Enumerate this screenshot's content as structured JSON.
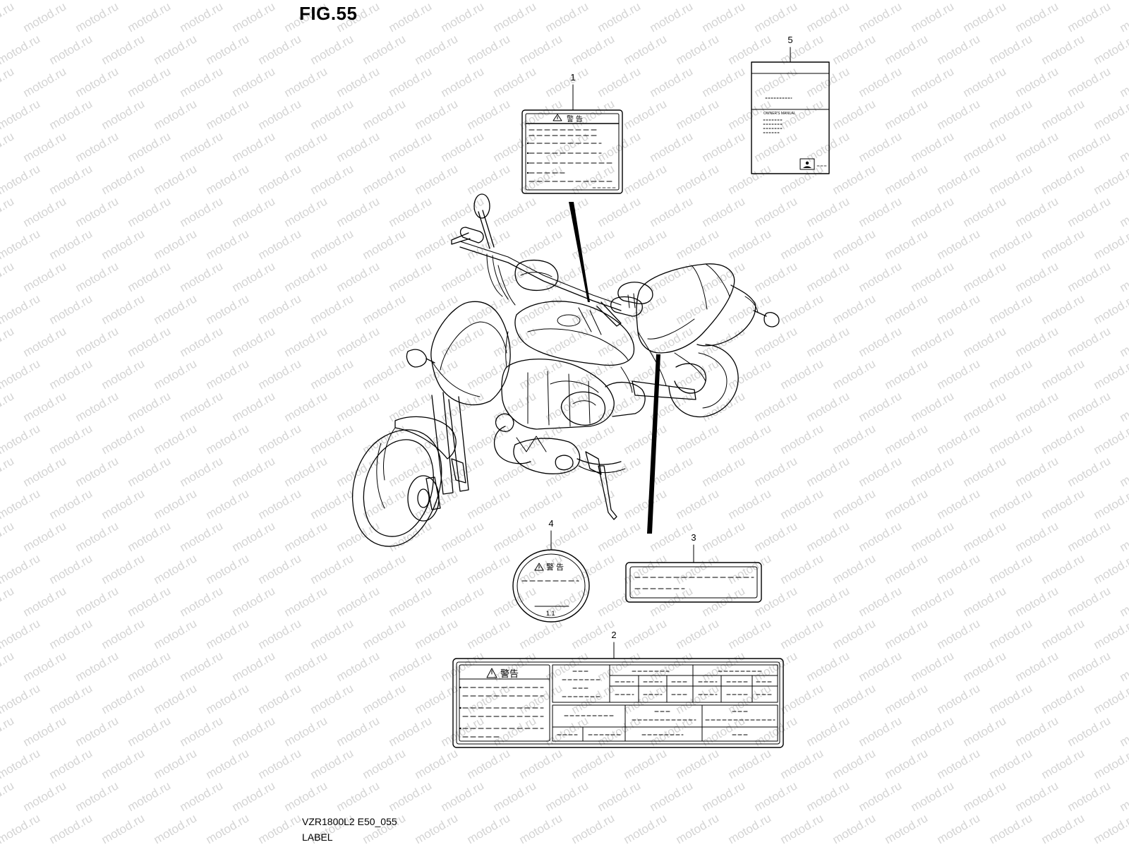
{
  "figure": {
    "title": "FIG.55",
    "code": "VZR1800L2 E50_055",
    "caption": "LABEL"
  },
  "watermark": {
    "text": "motod.ru",
    "color": "#d4d4d4"
  },
  "callouts": [
    {
      "id": "1",
      "label": "1"
    },
    {
      "id": "2",
      "label": "2"
    },
    {
      "id": "3",
      "label": "3"
    },
    {
      "id": "4",
      "label": "4"
    },
    {
      "id": "5",
      "label": "5"
    }
  ],
  "labels": {
    "label1": {
      "heading": "警 告"
    },
    "label2": {
      "heading": "警告"
    },
    "label4": {
      "heading": "警 告",
      "footer": "1.1"
    },
    "label5": {
      "heading": "OWNER'S MANUAL"
    }
  },
  "colors": {
    "line": "#000000",
    "background": "#ffffff"
  }
}
